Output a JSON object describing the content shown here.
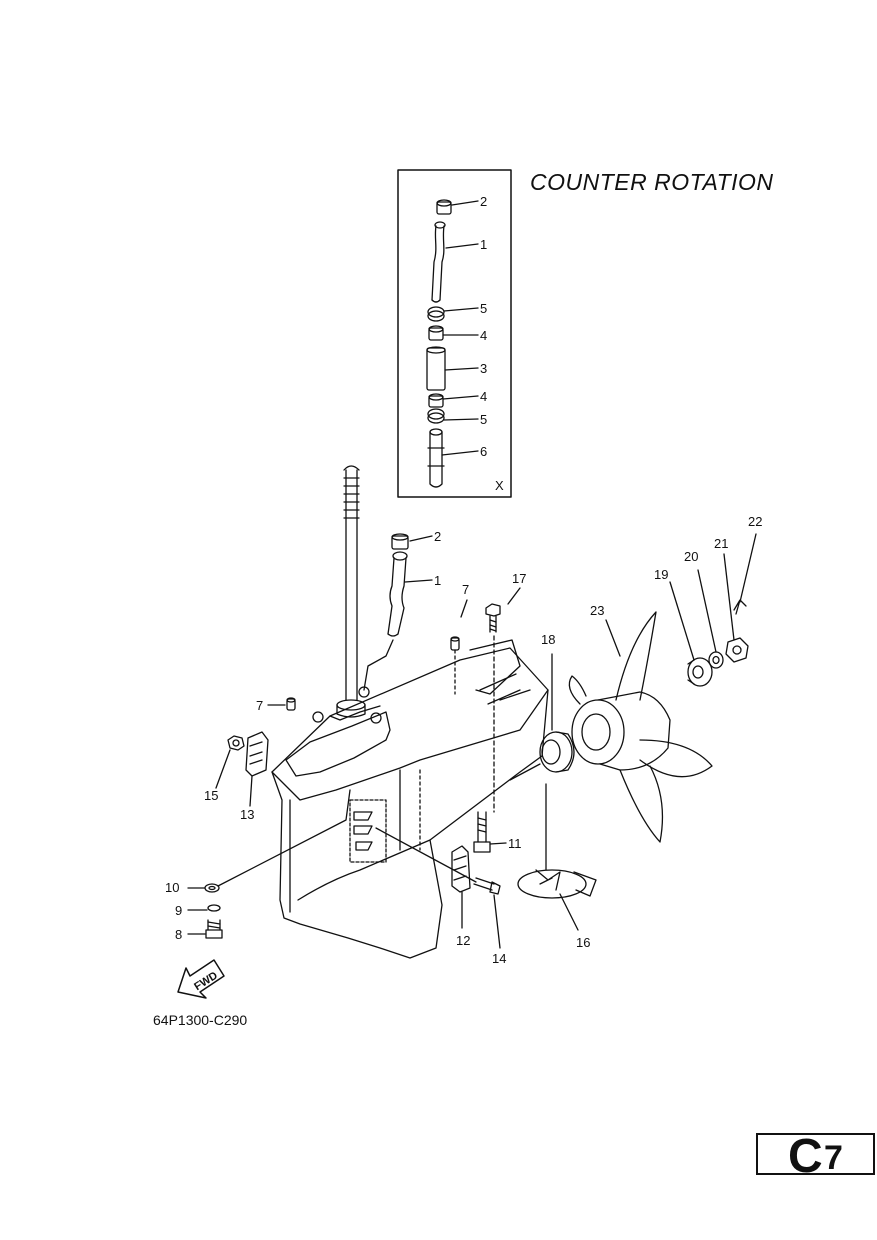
{
  "title": "COUNTER ROTATION",
  "detail_box_label": "X",
  "fwd_label": "FWD",
  "diagram_code": "64P1300-C290",
  "page_ref": {
    "letter": "C",
    "number": "7"
  },
  "callouts": [
    "2",
    "1",
    "5",
    "4",
    "3",
    "4",
    "5",
    "6",
    "2",
    "1",
    "7",
    "17",
    "22",
    "21",
    "20",
    "19",
    "23",
    "18",
    "7",
    "15",
    "13",
    "11",
    "10",
    "9",
    "8",
    "12",
    "14",
    "16"
  ]
}
